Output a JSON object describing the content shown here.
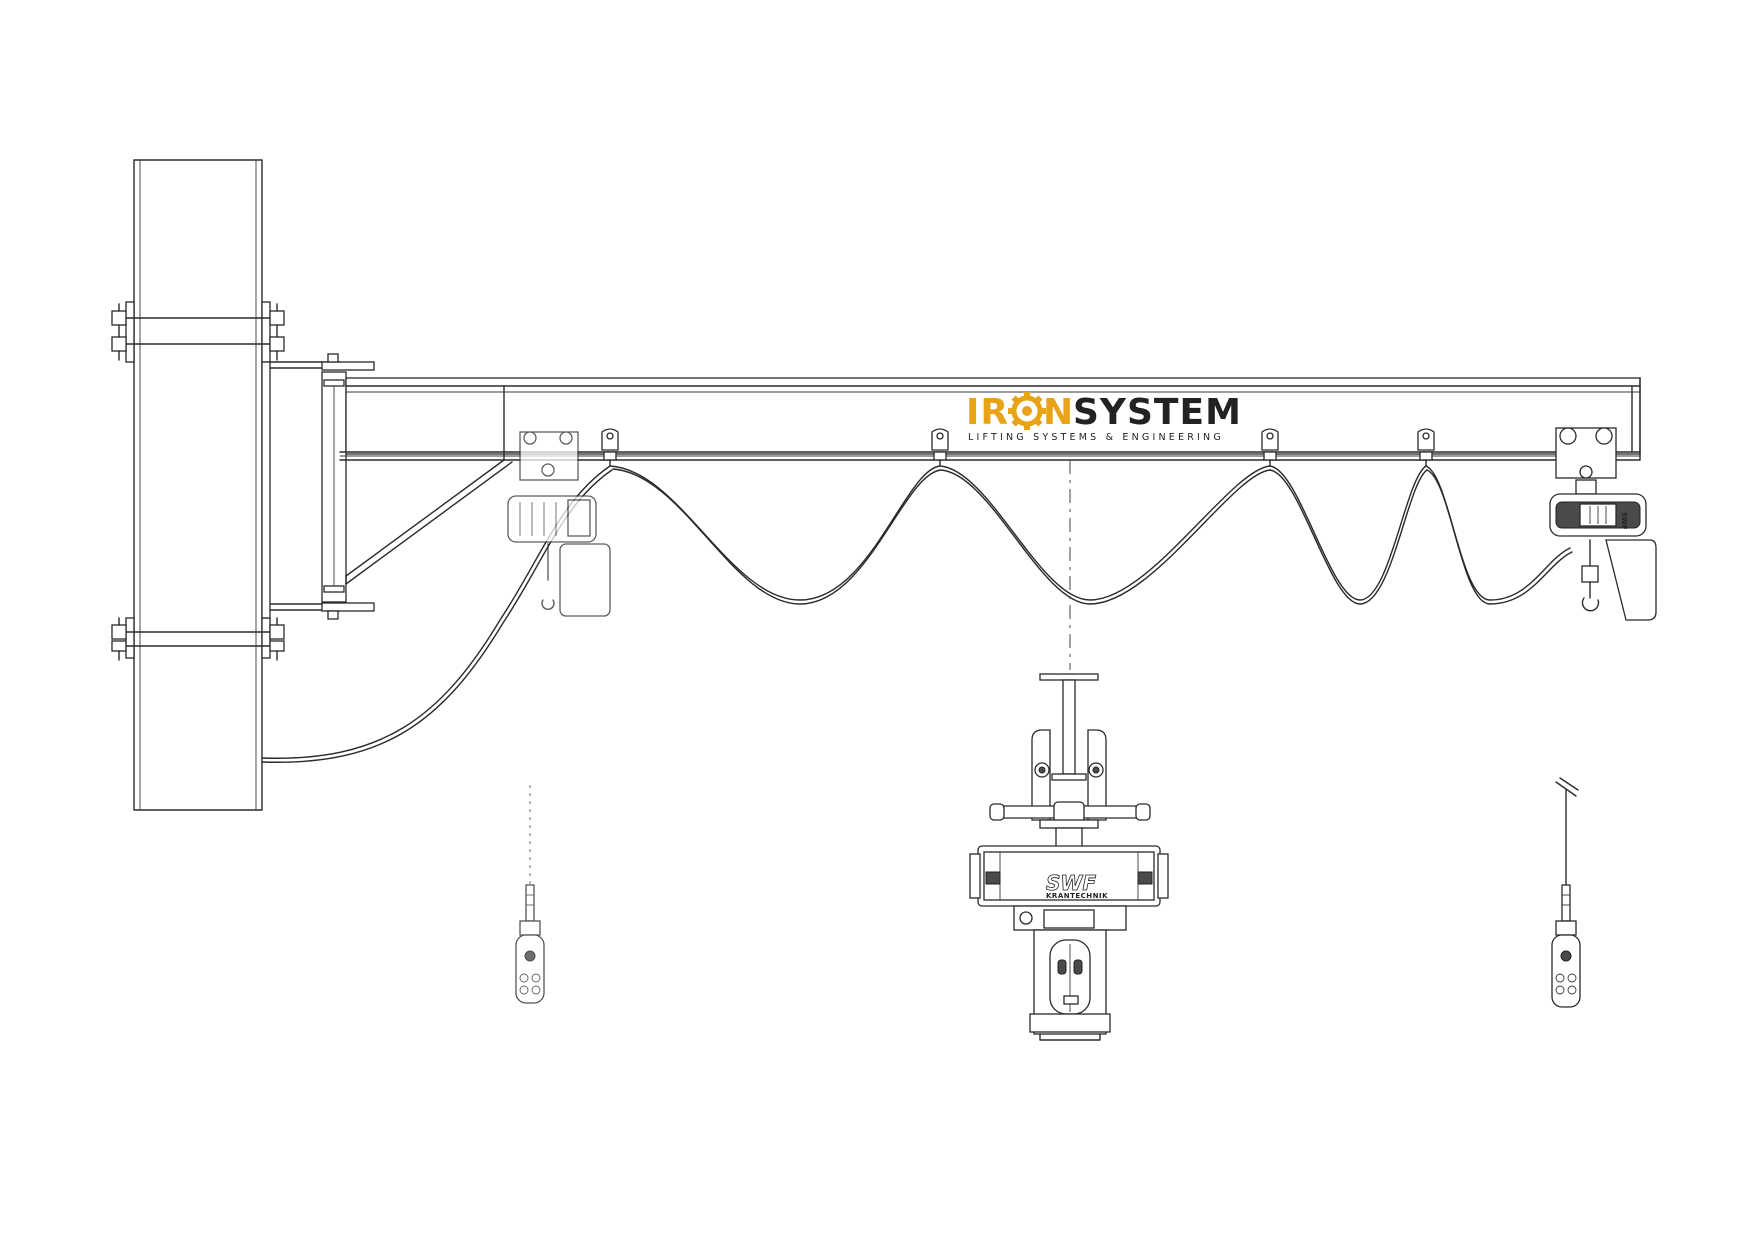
{
  "logo": {
    "word_part_1": "IR",
    "word_part_2": "N",
    "word_part_3": "SYSTEM",
    "tagline": "LIFTING SYSTEMS & ENGINEERING",
    "accent_color": "#e8a317",
    "dark_color": "#222222",
    "gear_icon": "gear-icon"
  },
  "hoist_brand": {
    "name": "SWF",
    "sub": "KRANTECHNIK",
    "side_label": "SWF"
  }
}
